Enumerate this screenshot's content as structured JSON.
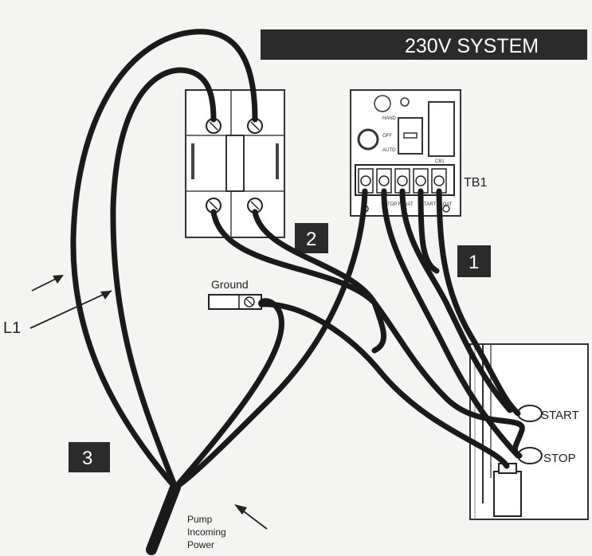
{
  "banner": {
    "text": "230V SYSTEM"
  },
  "badges": {
    "one": "1",
    "two": "2",
    "three": "3"
  },
  "labels": {
    "tb1": "TB1",
    "ground": "Ground",
    "l1": "L1",
    "start": "START",
    "stop": "STOP",
    "pump_line1": "Pump",
    "pump_line2": "Incoming",
    "pump_line3": "Power"
  },
  "control_panel": {
    "hand": "HAND",
    "off": "OFF",
    "auto": "AUTO",
    "cb1": "CB1",
    "stop_float": "STOP FLOAT",
    "start_float": "START FLOAT"
  }
}
